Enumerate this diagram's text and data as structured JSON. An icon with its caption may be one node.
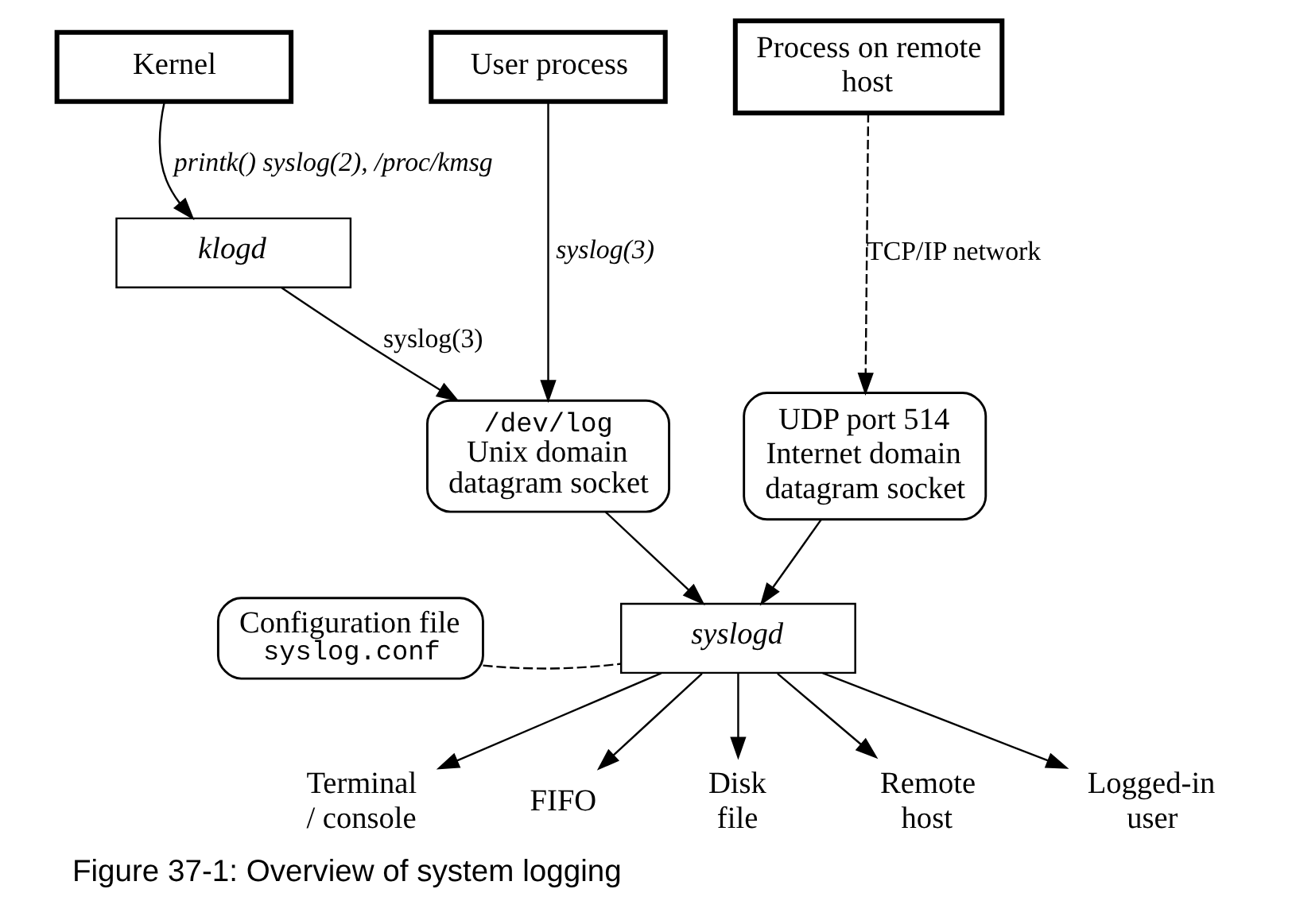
{
  "diagram": {
    "caption": "Figure 37-1: Overview of system logging",
    "nodes": [
      {
        "text": [
          "Kernel"
        ]
      },
      {
        "text": [
          "User process"
        ]
      },
      {
        "text": [
          "Process on remote host"
        ]
      },
      {
        "text": [
          "klogd"
        ]
      },
      {
        "text": [
          "/dev/log",
          "Unix domain datagram socket"
        ]
      },
      {
        "text": [
          "UDP port 514 Internet domain datagram socket"
        ]
      },
      {
        "text": [
          "Configuration file",
          "syslog.conf"
        ]
      },
      {
        "text": [
          "syslogd"
        ]
      },
      {
        "text": [
          "Terminal / console"
        ]
      },
      {
        "text": [
          "FIFO"
        ]
      },
      {
        "text": [
          "Disk file"
        ]
      },
      {
        "text": [
          "Remote host"
        ]
      },
      {
        "text": [
          "Logged-in user"
        ]
      }
    ],
    "edges": [
      {
        "from": 0,
        "to": 3,
        "arrow": "to",
        "label": "printk() syslog(2), /proc/kmsg"
      },
      {
        "from": 1,
        "to": 4,
        "arrow": "to",
        "label": "syslog(3)"
      },
      {
        "from": 2,
        "to": 5,
        "arrow": "to",
        "label": "TCP/IP network",
        "style": "dashed"
      },
      {
        "from": 3,
        "to": 4,
        "arrow": "to",
        "label": "syslog(3)"
      },
      {
        "from": 4,
        "to": 7,
        "arrow": "to"
      },
      {
        "from": 5,
        "to": 7,
        "arrow": "to"
      },
      {
        "from": 6,
        "to": 7,
        "arrow": "none",
        "style": "dashed"
      },
      {
        "from": 7,
        "to": 8,
        "arrow": "to"
      },
      {
        "from": 7,
        "to": 9,
        "arrow": "to"
      },
      {
        "from": 7,
        "to": 10,
        "arrow": "to"
      },
      {
        "from": 7,
        "to": 11,
        "arrow": "to"
      },
      {
        "from": 7,
        "to": 12,
        "arrow": "to"
      }
    ]
  }
}
